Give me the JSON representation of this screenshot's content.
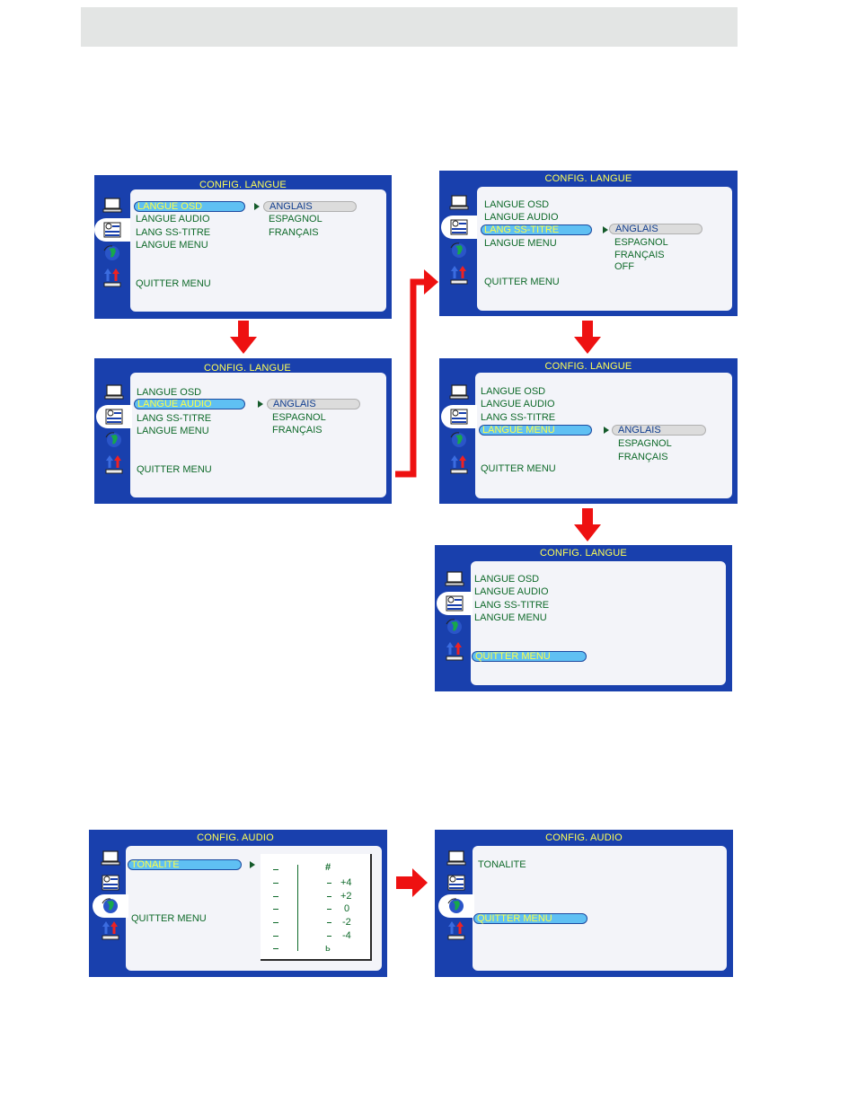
{
  "lang_screen": {
    "title": "CONFIG. LANGUE",
    "items": [
      "LANGUE OSD",
      "LANGUE AUDIO",
      "LANG SS-TITRE",
      "LANGUE MENU",
      "QUITTER MENU"
    ],
    "options_3": [
      "ANGLAIS",
      "ESPAGNOL",
      "FRANÇAIS"
    ],
    "options_4": [
      "ANGLAIS",
      "ESPAGNOL",
      "FRANÇAIS",
      "OFF"
    ]
  },
  "audio_screen": {
    "title": "CONFIG. AUDIO",
    "item_tonalite": "TONALITE",
    "item_quit": "QUITTER MENU",
    "eq_levels": [
      "+4",
      "+2",
      "0",
      "-2",
      "-4"
    ],
    "eq_top_glyph": "#",
    "eq_bottom_glyph": "ь"
  },
  "colors": {
    "screen_bg": "#1940ad",
    "panel_bg": "#f3f4f9",
    "highlight_bg": "#5fc0f3",
    "highlight_text": "#ffff44",
    "menu_text": "#0f6a2a",
    "arrow": "#ee1111"
  },
  "icons": [
    "monitor-icon",
    "person-list-icon",
    "globe-icon",
    "speaker-arrows-icon"
  ]
}
